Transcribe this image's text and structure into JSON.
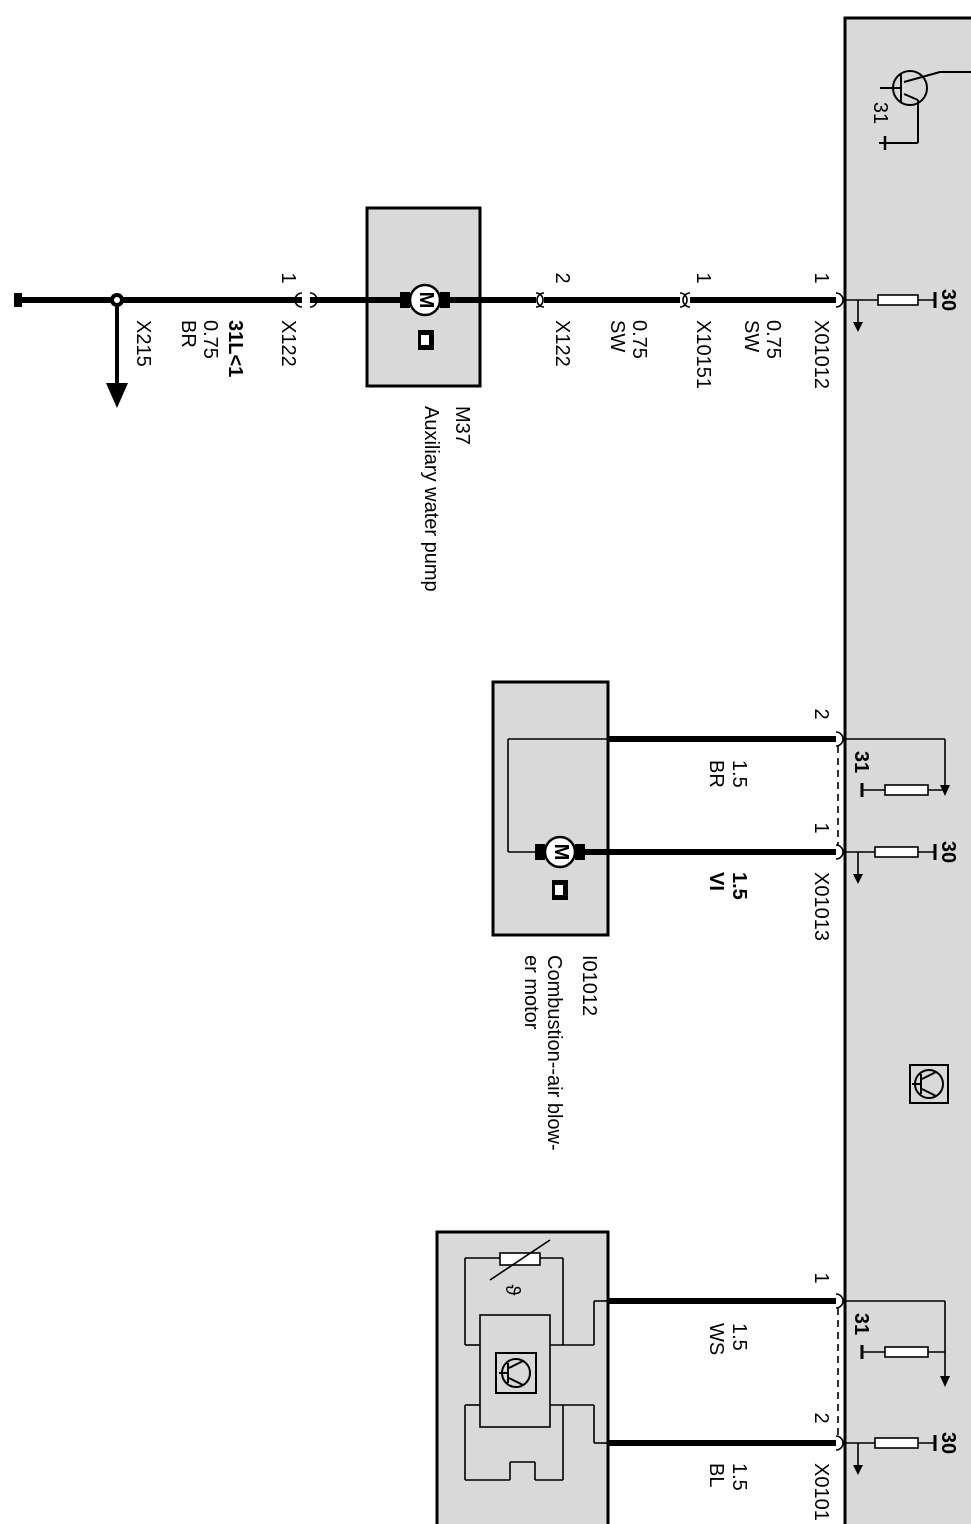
{
  "control_unit": {
    "transistor_ground": "31",
    "terminal_supply": "30",
    "terminal_ground": "31"
  },
  "pins": {
    "x01012_pin": "1",
    "x10151_pin": "1",
    "x122_pin2": "2",
    "x122_pin1": "1",
    "x01013_pin2": "2",
    "x01013_pin1": "1",
    "x0101x_pin1": "1",
    "x0101x_pin2": "2"
  },
  "connectors": {
    "x01012": "X01012",
    "x10151": "X10151",
    "x122_a": "X122",
    "x122_b": "X122",
    "x215": "X215",
    "x01013": "X01013",
    "x0101x": "X0101"
  },
  "wires": {
    "w1_size": "0.75",
    "w1_color": "SW",
    "w2_size": "0.75",
    "w2_color": "SW",
    "w3_size": "0.75",
    "w3_color": "BR",
    "w3_ground": "31L<1",
    "w4_size": "1.5",
    "w4_color": "BR",
    "w5_size": "1.5",
    "w5_color": "VI",
    "w6_size": "1.5",
    "w6_color": "WS",
    "w7_size": "1.5",
    "w7_color": "BL"
  },
  "components": {
    "m37_id": "M37",
    "m37_name": "Auxiliary water pump",
    "motor_symbol": "M",
    "blower_id": "I01012",
    "blower_name_line1": "Combustion--air blow-",
    "blower_name_line2": "er motor",
    "sensor_symbol": "ϑ"
  }
}
